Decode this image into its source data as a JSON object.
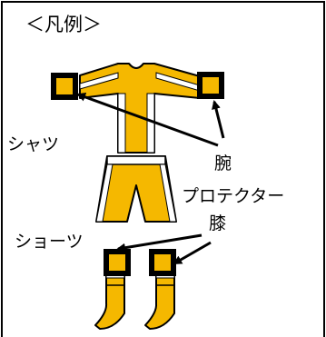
{
  "legend_title": "＜凡例＞",
  "labels": {
    "shirt": "シャツ",
    "shorts": "ショーツ",
    "elbow": "腕",
    "protector": "プロテクター",
    "knee": "膝"
  },
  "colors": {
    "garment": "#F5B800",
    "outline": "#000000",
    "stripe": "#FFFFFF",
    "pad": "#F5B800"
  }
}
